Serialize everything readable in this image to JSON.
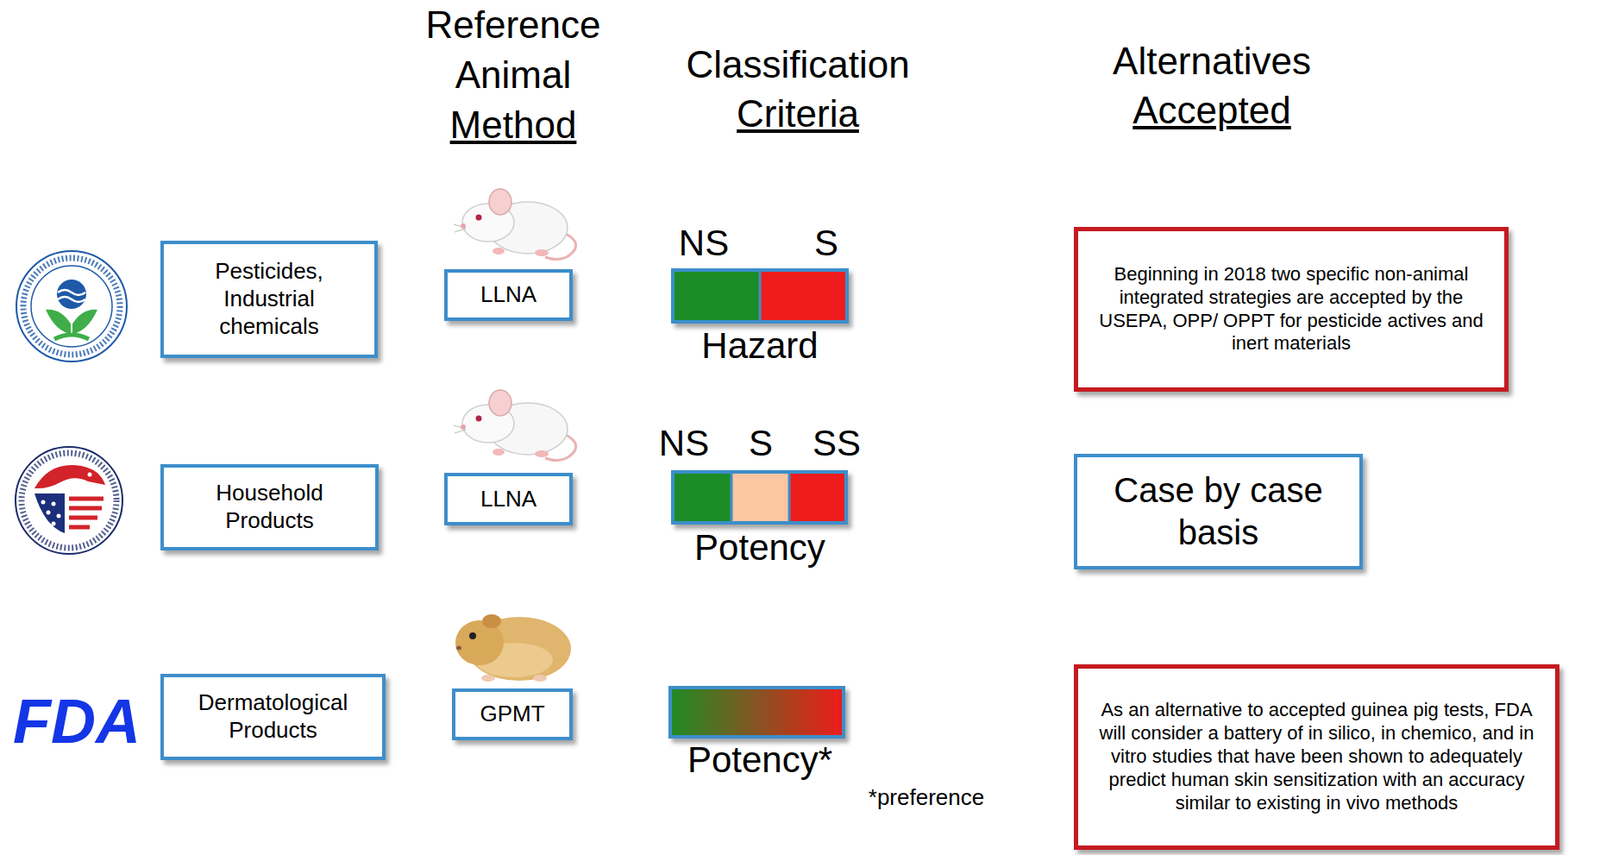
{
  "diagram": {
    "nodes": [
      {
        "text": [
          "Pesticides, Industrial chemicals"
        ]
      },
      {
        "text": [
          "LLNA"
        ]
      },
      {
        "text": [
          "Beginning in 2018 two specific non-animal integrated strategies are accepted by the USEPA, OPP/ OPPT for pesticide actives and inert materials"
        ]
      },
      {
        "text": [
          "Household Products"
        ]
      },
      {
        "text": [
          "LLNA"
        ]
      },
      {
        "text": [
          "Case by case basis"
        ]
      },
      {
        "text": [
          "Dermatological Products"
        ]
      },
      {
        "text": [
          "GPMT"
        ]
      },
      {
        "text": [
          "As an alternative to accepted guinea pig tests, FDA will consider a battery of in silico, in chemico, and in vitro studies that have been shown to adequately predict human skin sensitization with an accuracy similar to existing in vivo methods"
        ]
      }
    ],
    "labels": [
      "Reference Animal",
      "Method",
      "Classification",
      "Criteria",
      "Alternatives",
      "Accepted",
      "NS",
      "S",
      "Hazard",
      "NS",
      "S",
      "SS",
      "Potency",
      "Potency*",
      "*preference",
      "FDA"
    ]
  }
}
